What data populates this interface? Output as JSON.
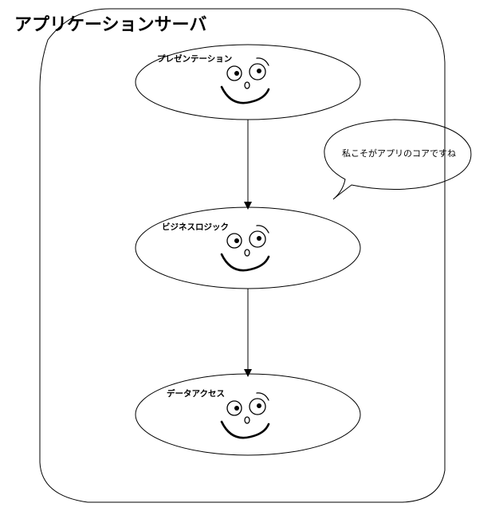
{
  "diagram": {
    "title": "アプリケーションサーバ",
    "nodes": [
      {
        "id": "presentation",
        "label": "プレゼンテーション"
      },
      {
        "id": "business-logic",
        "label": "ビジネスロジック"
      },
      {
        "id": "data-access",
        "label": "データアクセス"
      }
    ],
    "edges": [
      {
        "from": "presentation",
        "to": "business-logic"
      },
      {
        "from": "business-logic",
        "to": "data-access"
      }
    ],
    "callout": {
      "text": "私こそがアプリのコアですね",
      "points_to": "business-logic"
    },
    "colors": {
      "stroke": "#000000",
      "fill": "#ffffff"
    },
    "icons": [
      "face-icon",
      "arrow-head-icon",
      "speech-bubble-icon"
    ]
  }
}
